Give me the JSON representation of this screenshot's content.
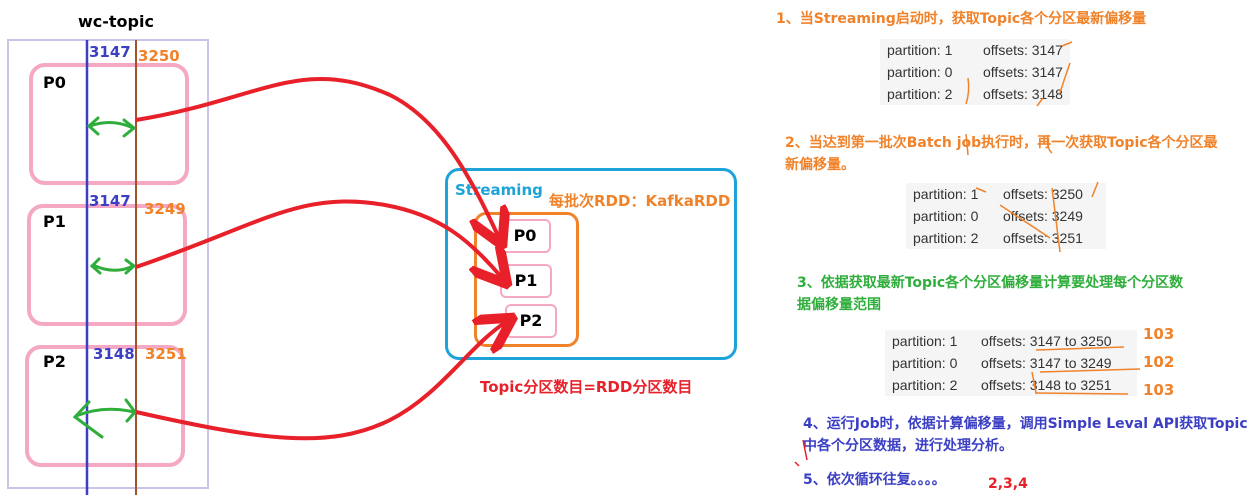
{
  "topic": {
    "title": "wc-topic",
    "partitions": [
      {
        "name": "P0",
        "start": "3147",
        "end": "3250"
      },
      {
        "name": "P1",
        "start": "3147",
        "end": "3249"
      },
      {
        "name": "P2",
        "start": "3148",
        "end": "3251"
      }
    ]
  },
  "streaming": {
    "title": "Streaming",
    "rdd_label": "每批次RDD：KafkaRDD",
    "rdd_partitions": [
      "P0",
      "P1",
      "P2"
    ],
    "note": "Topic分区数目=RDD分区数目"
  },
  "steps": {
    "step1": "1、当Streaming启动时，获取Topic各个分区最新偏移量",
    "table1": [
      {
        "partition": "partition: 1",
        "offsets": "offsets: 3147"
      },
      {
        "partition": "partition: 0",
        "offsets": "offsets: 3147"
      },
      {
        "partition": "partition: 2",
        "offsets": "offsets: 3148"
      }
    ],
    "step2": "2、当达到第一批次Batch job执行时，再一次获取Topic各个分区最新偏移量。",
    "table2": [
      {
        "partition": "partition: 1",
        "offsets": "offsets: 3250"
      },
      {
        "partition": "partition: 0",
        "offsets": "offsets: 3249"
      },
      {
        "partition": "partition: 2",
        "offsets": "offsets: 3251"
      }
    ],
    "step3": "3、依据获取最新Topic各个分区偏移量计算要处理每个分区数据偏移量范围",
    "table3": [
      {
        "partition": "partition: 1",
        "offsets": "offsets: 3147 to 3250",
        "count": "103"
      },
      {
        "partition": "partition: 0",
        "offsets": "offsets: 3147 to 3249",
        "count": "102"
      },
      {
        "partition": "partition: 2",
        "offsets": "offsets: 3148 to 3251",
        "count": "103"
      }
    ],
    "step4": "4、运行Job时，依据计算偏移量，调用Simple Leval API获取Topic中各个分区数据，进行处理分析。",
    "step5": "5、依次循环往复。。。。",
    "step5_extra": "2,3,4"
  },
  "colors": {
    "partition_border": "#f4a8c4",
    "offset_start_line": "#3b3fc4",
    "offset_end_line": "#a0522d",
    "arrow_red": "#e8202a",
    "arrow_green": "#2fae3c",
    "streaming_border": "#1ea3d9",
    "rdd_border": "#f0822a"
  }
}
